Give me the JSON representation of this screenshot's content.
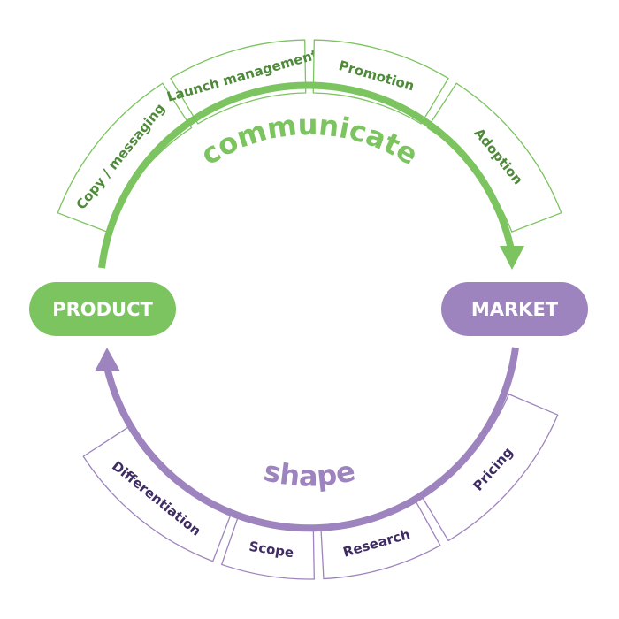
{
  "colors": {
    "green": "#7cc45f",
    "purple": "#9e84be",
    "green_text": "#4f8a3b",
    "purple_text": "#3e2c63"
  },
  "product": {
    "label": "PRODUCT"
  },
  "market": {
    "label": "MARKET"
  },
  "top_arc": {
    "label": "communicate"
  },
  "bottom_arc": {
    "label": "shape"
  },
  "top_boxes": [
    "Copy / messaging",
    "Launch management",
    "Promotion",
    "Adoption"
  ],
  "bottom_boxes": [
    "Differentiation",
    "Scope",
    "Research",
    "Pricing"
  ]
}
